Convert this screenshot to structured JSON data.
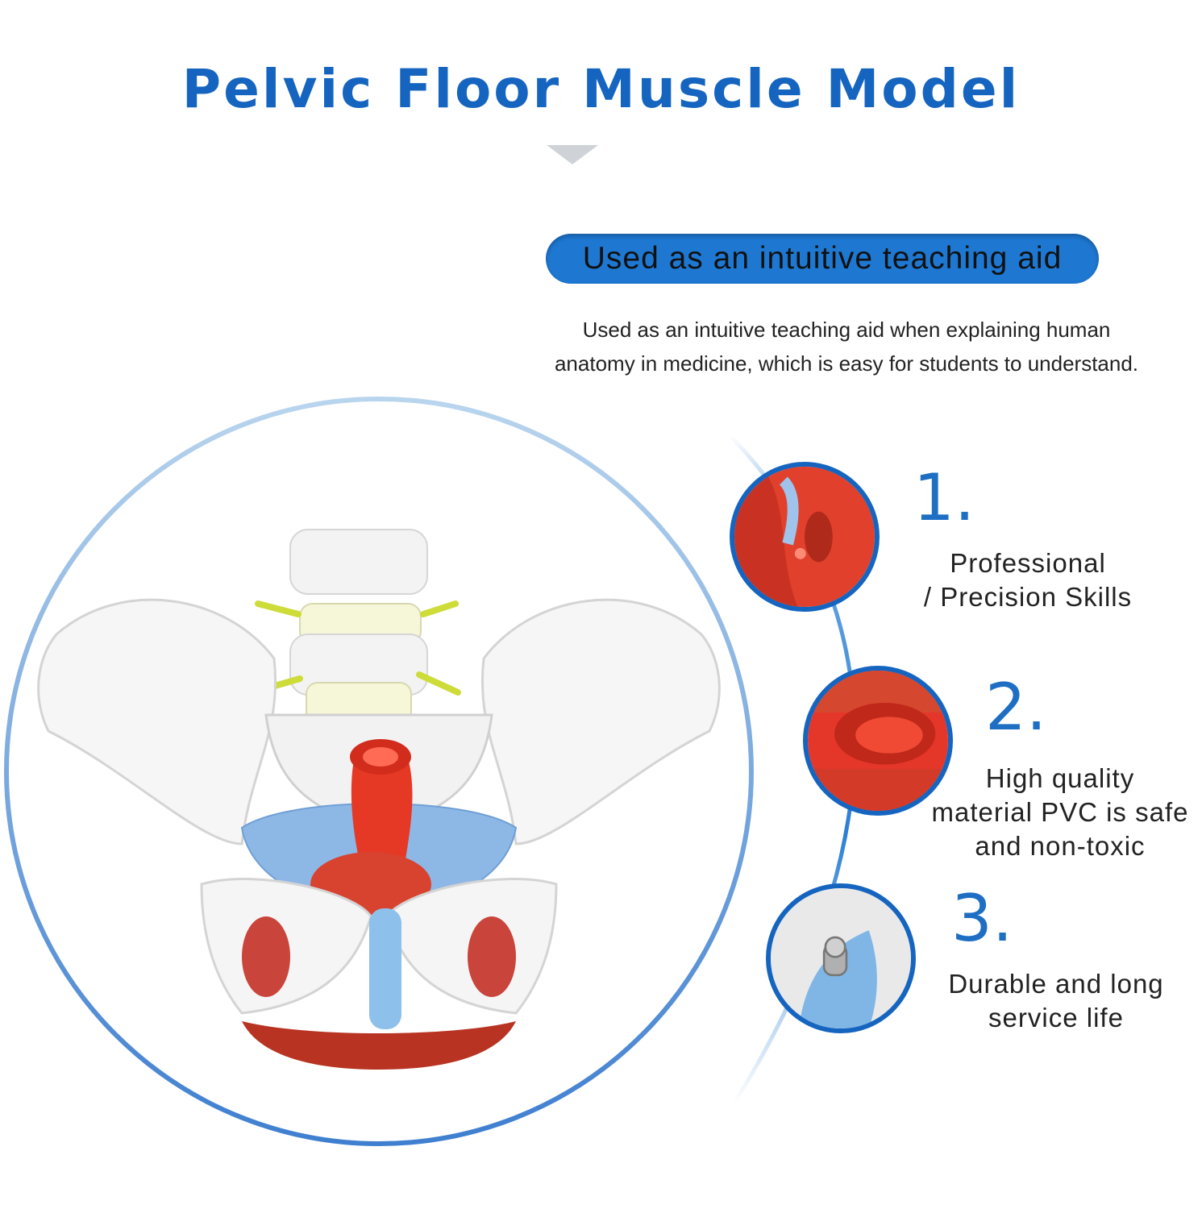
{
  "title": "Pelvic Floor Muscle Model",
  "banner": {
    "pill_text": "Used as an intuitive teaching aid",
    "description_line1": "Used as an intuitive teaching aid when explaining human",
    "description_line2": "anatomy in medicine, which is easy for students to understand."
  },
  "features": [
    {
      "number": "1.",
      "line1": "Professional",
      "line2": "/ Precision Skills",
      "line3": ""
    },
    {
      "number": "2.",
      "line1": "High quality",
      "line2": "material PVC is safe",
      "line3": "and non-toxic"
    },
    {
      "number": "3.",
      "line1": "Durable and long",
      "line2": "service life",
      "line3": ""
    }
  ],
  "colors": {
    "title_blue": "#1565c0",
    "pill_blue": "#1e78d2",
    "muscle_red": "#e53925",
    "membrane_blue": "#7fb0e0",
    "bone_white": "#f4f4f4"
  }
}
